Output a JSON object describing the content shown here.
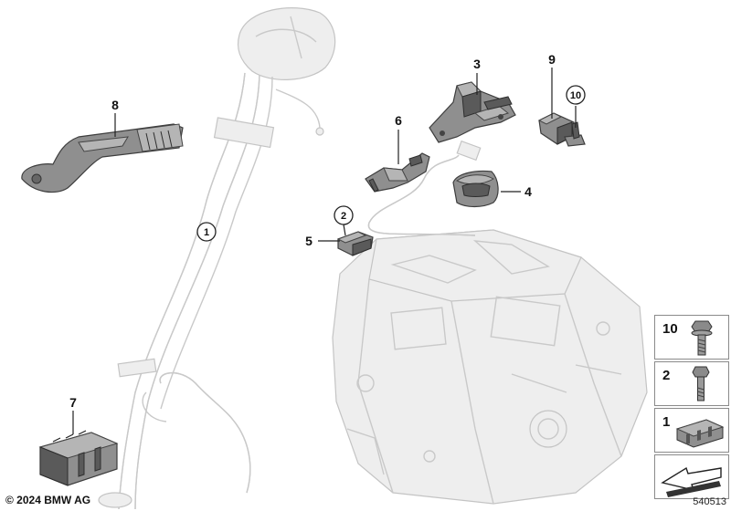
{
  "callouts": {
    "p1": "1",
    "p2": "2",
    "p3": "3",
    "p4": "4",
    "p5": "5",
    "p6": "6",
    "p7": "7",
    "p8": "8",
    "p9": "9",
    "p10": "10"
  },
  "legend": {
    "items": [
      {
        "number": "10",
        "icon": "flange-bolt-icon"
      },
      {
        "number": "2",
        "icon": "hex-bolt-icon"
      },
      {
        "number": "1",
        "icon": "cable-clip-icon"
      }
    ],
    "arrow_icon": "direction-arrow-icon"
  },
  "footer": {
    "copyright": "© 2024 BMW AG",
    "diagram_number": "540513"
  }
}
